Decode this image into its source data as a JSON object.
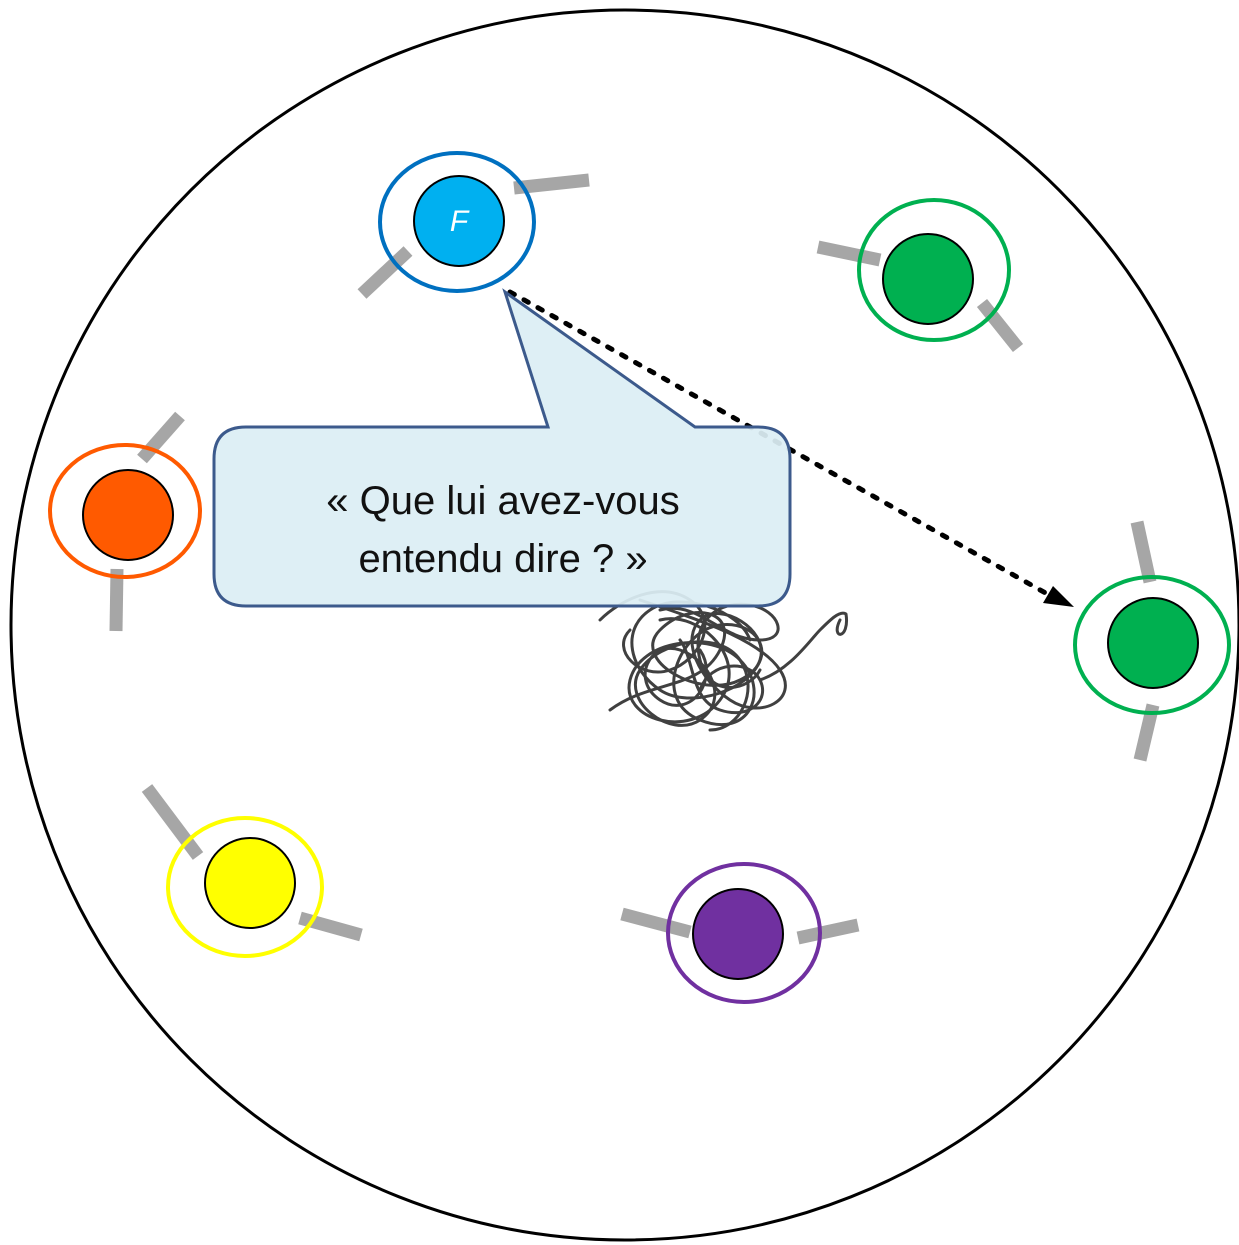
{
  "callout": {
    "line1": "« Que lui avez-vous",
    "line2": "entendu dire ? »",
    "fill": "#dbeef4",
    "stroke": "#3c5a8c"
  },
  "participants": [
    {
      "id": "speaker",
      "label": "F",
      "color": "#00b0f0",
      "ring": "#0070c0"
    },
    {
      "id": "green-top",
      "label": "",
      "color": "#00b050",
      "ring": "#00b050"
    },
    {
      "id": "orange",
      "label": "",
      "color": "#ff5a00",
      "ring": "#ff5a00"
    },
    {
      "id": "green-right",
      "label": "",
      "color": "#00b050",
      "ring": "#00b050"
    },
    {
      "id": "yellow",
      "label": "",
      "color": "#ffff00",
      "ring": "#ffff00"
    },
    {
      "id": "purple",
      "label": "",
      "color": "#7030a0",
      "ring": "#7030a0"
    }
  ],
  "colors": {
    "arena": "#000000",
    "tether": "#a6a6a6",
    "scribble": "#404040",
    "arrow": "#000000"
  }
}
